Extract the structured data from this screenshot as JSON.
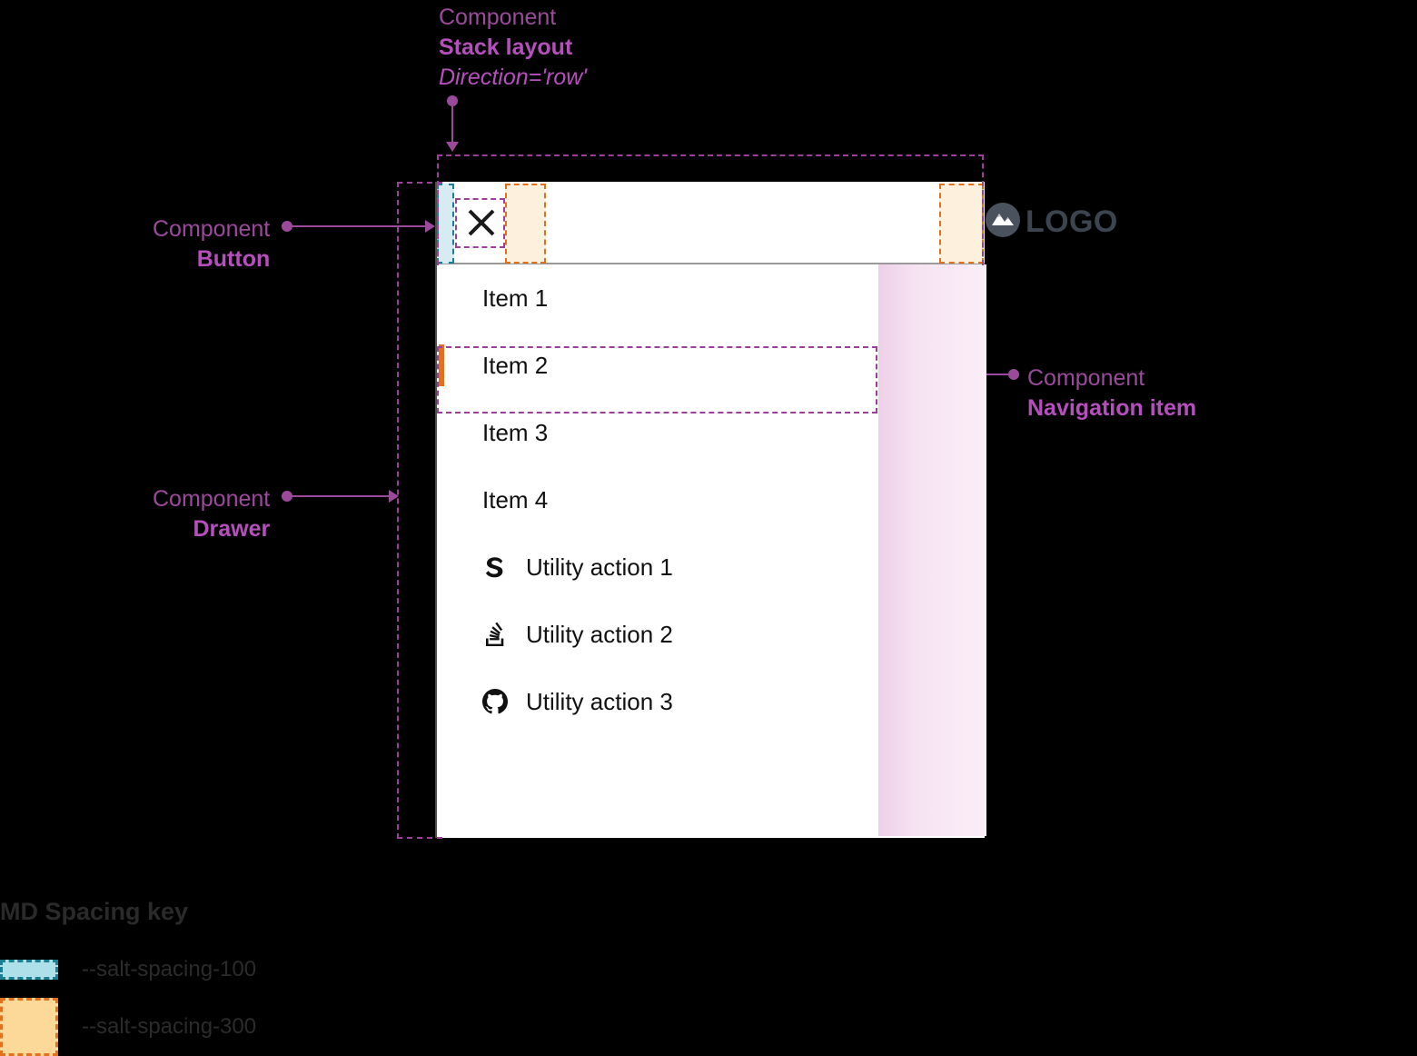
{
  "annotations": {
    "stack_layout": {
      "kind": "Component",
      "name": "Stack layout",
      "prop": "Direction='row'"
    },
    "button": {
      "kind": "Component",
      "name": "Button"
    },
    "drawer": {
      "kind": "Component",
      "name": "Drawer"
    },
    "navigation_item": {
      "kind": "Component",
      "name": "Navigation item"
    }
  },
  "drawer": {
    "header": {
      "close_icon": "close-icon",
      "logo_icon": "mountain-logo-icon",
      "logo_text": "LOGO"
    },
    "nav_items": [
      {
        "label": "Item 1",
        "active": false
      },
      {
        "label": "Item 2",
        "active": true
      },
      {
        "label": "Item 3",
        "active": false
      },
      {
        "label": "Item 4",
        "active": false
      }
    ],
    "utility_actions": [
      {
        "label": "Utility action 1",
        "icon": "salt-s-icon"
      },
      {
        "label": "Utility action 2",
        "icon": "stackoverflow-icon"
      },
      {
        "label": "Utility action 3",
        "icon": "github-icon"
      }
    ]
  },
  "spacing_key": {
    "title": "MD Spacing key",
    "rows": [
      {
        "label": "--salt-spacing-100",
        "fill": "#d7ecf2",
        "stroke": "#1a7f93"
      },
      {
        "label": "--salt-spacing-300",
        "fill": "#fdd8a0",
        "stroke": "#e2701c"
      }
    ]
  },
  "colors": {
    "background": "#000000",
    "annotation_kind": "#9b4a9b",
    "annotation_name": "#b64fbd",
    "dash_overlay": "#9b3f9b",
    "active_indicator": "#e2701c",
    "spacing_100_fill": "#d7ecf2",
    "spacing_100_stroke": "#1a7f93",
    "spacing_300_fill": "#fdf0dc",
    "spacing_300_stroke": "#e2701c",
    "logo_text": "#3c4450",
    "pink_band_start": "#edd0e8",
    "pink_band_end": "#fbeef8"
  }
}
